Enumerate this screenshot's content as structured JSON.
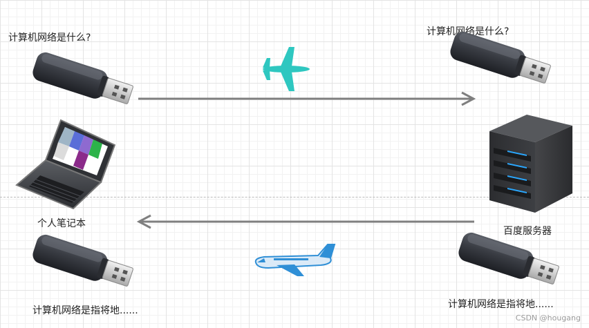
{
  "diagram": {
    "sender_request_label": "计算机网络是什么?",
    "receiver_request_label": "计算机网络是什么?",
    "sender_reply_label": "计算机网络是指将地......",
    "receiver_reply_label": "计算机网络是指将地......",
    "client_label": "个人笔记本",
    "server_label": "百度服务器"
  },
  "watermark": "CSDN @hougang",
  "colors": {
    "arrow": "#7f7f7f",
    "plane_request": "#2ec7c0",
    "plane_reply": "#2f8fd6",
    "server_led": "#2aa8ff"
  },
  "icons": {
    "usb": "usb-drive-icon",
    "plane": "airplane-icon",
    "laptop": "laptop-icon",
    "server": "server-tower-icon"
  }
}
